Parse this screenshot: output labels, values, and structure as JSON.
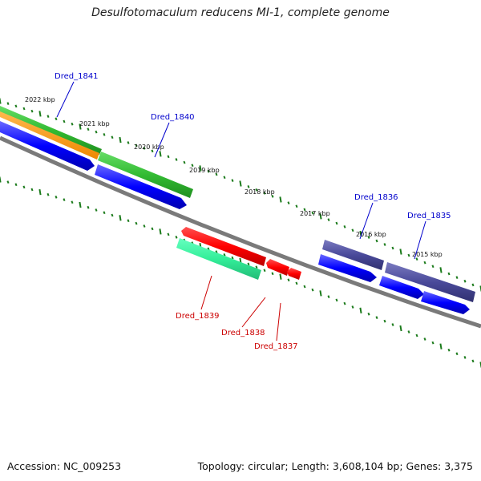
{
  "title": "Desulfotomaculum reducens MI-1, complete genome",
  "footer": {
    "accession": "Accession: NC_009253",
    "summary": "Topology: circular; Length: 3,608,104 bp; Genes: 3,375"
  },
  "kbp_labels": [
    "2022 kbp",
    "2021 kbp",
    "2020 kbp",
    "2019 kbp",
    "2018 kbp",
    "2017 kbp",
    "2016 kbp",
    "2015 kbp"
  ],
  "gene_labels": {
    "dred_1841": "Dred_1841",
    "dred_1840": "Dred_1840",
    "dred_1836": "Dred_1836",
    "dred_1835": "Dred_1835",
    "dred_1839": "Dred_1839",
    "dred_1838": "Dred_1838",
    "dred_1837": "Dred_1837"
  },
  "colors": {
    "forward_label": "#0000cc",
    "reverse_label": "#cc0000",
    "tick": "#1a7a1a",
    "backbone": "#777777",
    "cds_blue": "#0000ff",
    "green": "#33cc33",
    "orange": "#ff9900",
    "red": "#ff0000",
    "teal": "#33ffaa",
    "slate": "#4a4a9a"
  }
}
